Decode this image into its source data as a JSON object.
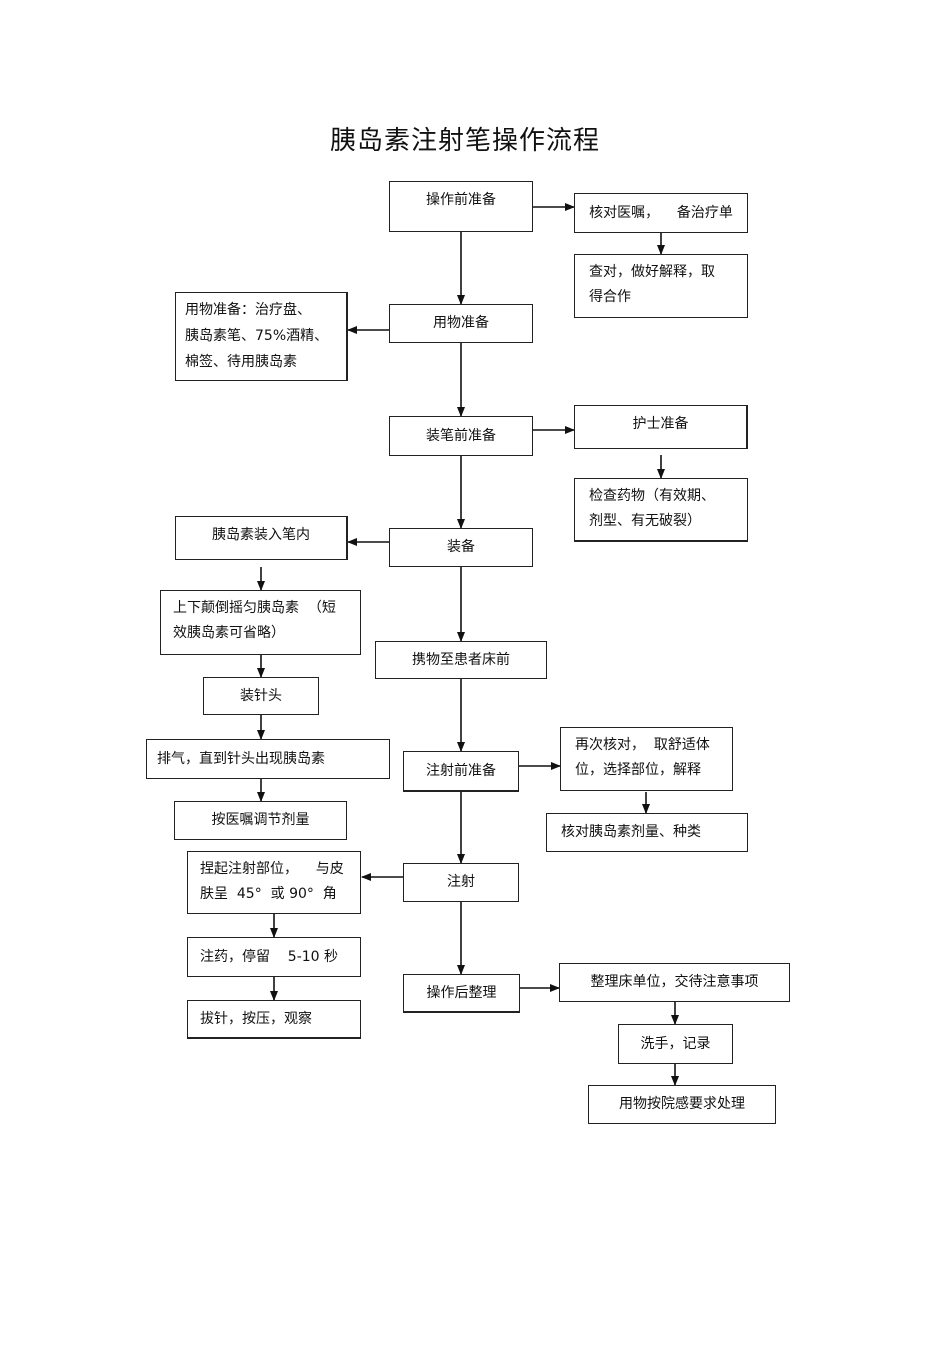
{
  "title": "胰岛素注射笔操作流程",
  "nodes": {
    "prep": "操作前准备",
    "check_order": "核对医嘱，    备治疗单",
    "verify": [
      "查对，做好解释，取",
      "得合作"
    ],
    "supplies": "用物准备",
    "supplies_detail": [
      "用物准备：治疗盘、",
      "胰岛素笔、75%酒精、",
      "棉签、待用胰岛素"
    ],
    "pen_prep": "装笔前准备",
    "nurse_prep": "护士准备",
    "check_drug": [
      "检查药物（有效期、",
      "剂型、有无破裂）"
    ],
    "load": "装备",
    "insert": "胰岛素装入笔内",
    "shake": [
      "上下颠倒摇匀胰岛素  （短",
      "效胰岛素可省略）"
    ],
    "needle": "装针头",
    "expel": "排气，直到针头出现胰岛素",
    "dose": "按医嘱调节剂量",
    "bedside": "携物至患者床前",
    "pre_inject": "注射前准备",
    "recheck": [
      "再次核对，  取舒适体",
      "位，选择部位，解释"
    ],
    "check_type": "核对胰岛素剂量、种类",
    "inject": "注射",
    "pinch": [
      "捏起注射部位，    与皮",
      "肤呈  45°  或 90°  角"
    ],
    "hold": "注药，停留    5-10 秒",
    "withdraw": "拔针，按压，观察",
    "post": "操作后整理",
    "tidy": "整理床单位，交待注意事项",
    "wash": "洗手，记录",
    "dispose": "用物按院感要求处理"
  }
}
